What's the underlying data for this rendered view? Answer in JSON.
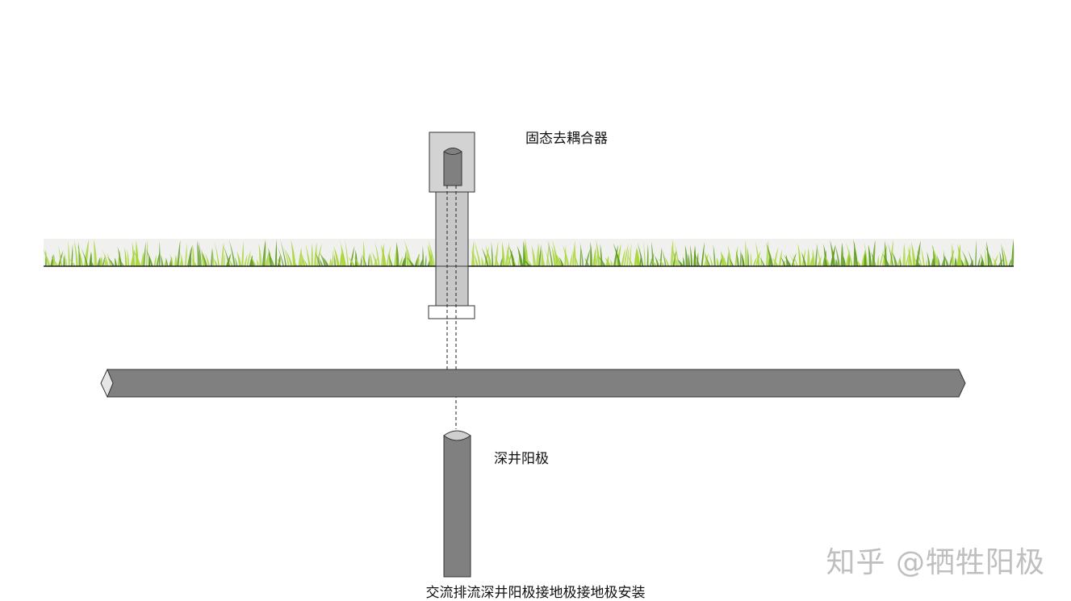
{
  "labels": {
    "decoupler": "固态去耦合器",
    "anode": "深井阳极",
    "caption": "交流排流深井阳极接地极接地极安装"
  },
  "watermark": "知乎 @牺牲阳极",
  "colors": {
    "pipe": "#808080",
    "decoupler_box": "#d3d3d3",
    "grass_light": "#a9d63a",
    "grass_dark": "#5e9d1d",
    "ground_line": "#1a1a1a"
  }
}
